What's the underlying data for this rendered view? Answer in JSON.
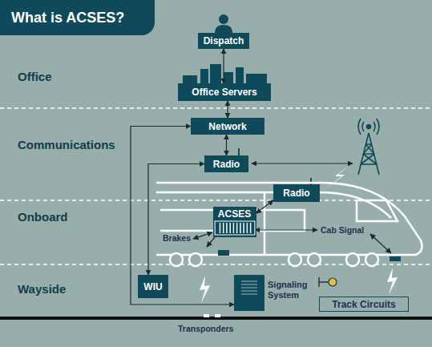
{
  "diagram": {
    "title": "What is ACSES?",
    "nodes": [
      {
        "text": [
          "Dispatch"
        ]
      },
      {
        "text": [
          "Office Servers"
        ]
      },
      {
        "text": [
          "Network"
        ]
      },
      {
        "text": [
          "Radio"
        ]
      },
      {
        "text": [
          "Radio"
        ]
      },
      {
        "text": [
          "ACSES"
        ]
      },
      {
        "text": [
          "WIU"
        ]
      },
      {
        "text": [
          "Signaling System"
        ]
      },
      {
        "text": [
          "Track Circuits"
        ]
      }
    ],
    "edges": [
      {
        "from": 0,
        "to": 1,
        "arrow": "both"
      },
      {
        "from": 1,
        "to": 2,
        "arrow": "both"
      },
      {
        "from": 2,
        "to": 3,
        "arrow": "both"
      },
      {
        "from": 2,
        "to": 7,
        "arrow": "both"
      },
      {
        "from": 3,
        "to": 6,
        "arrow": "both"
      },
      {
        "from": 4,
        "to": 5,
        "arrow": "both"
      }
    ],
    "labels": [
      "Office",
      "Communications",
      "Onboard",
      "Wayside",
      "Brakes",
      "Cab Signal",
      "Transponders"
    ]
  }
}
